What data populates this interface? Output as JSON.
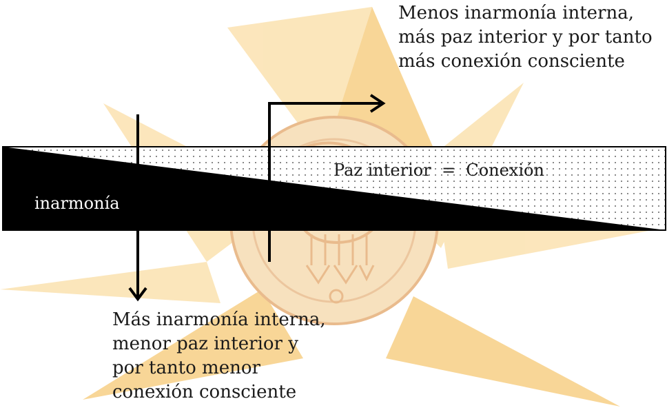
{
  "watermark_colors": {
    "rays": "#f5c46a",
    "rays_soft": "#fbe2b0",
    "rings": "#e6b07a",
    "fill": "#f3d4a6"
  },
  "bar": {
    "light_label": "Paz interior  =  Conexión",
    "dark_label": "inarmonía",
    "dark_color": "#000000",
    "light_color": "#ffffff",
    "dot_color": "#333333"
  },
  "arrows": {
    "up_right_color": "#000000",
    "down_color": "#000000"
  },
  "top_caption": {
    "lines": [
      "Menos inarmonía interna,",
      "más paz interior y por tanto",
      "más conexión consciente"
    ]
  },
  "bottom_caption": {
    "lines": [
      "Más inarmonía interna,",
      "menor paz interior y",
      "por tanto menor",
      "conexión consciente"
    ]
  }
}
